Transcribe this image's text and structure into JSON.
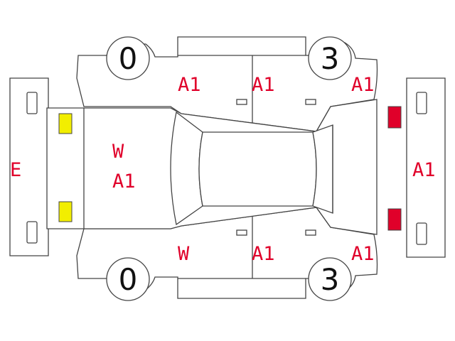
{
  "colors": {
    "damage_mark": "#e0002a",
    "front_light": "#f2ee00",
    "rear_light": "#e0002a",
    "outline": "#444444"
  },
  "tires": {
    "front_top": "0",
    "front_bottom": "0",
    "rear_top": "3",
    "rear_bottom": "3"
  },
  "marks": {
    "front_bumper": "E",
    "hood_1": "W",
    "hood_2": "A1",
    "top_front_fender": "A1",
    "top_front_door": "A1",
    "top_rear_door_quarter": "A1",
    "rear_bumper": "A1",
    "bottom_front_fender": "W",
    "bottom_rear_door": "A1",
    "bottom_rear_quarter": "A1"
  }
}
